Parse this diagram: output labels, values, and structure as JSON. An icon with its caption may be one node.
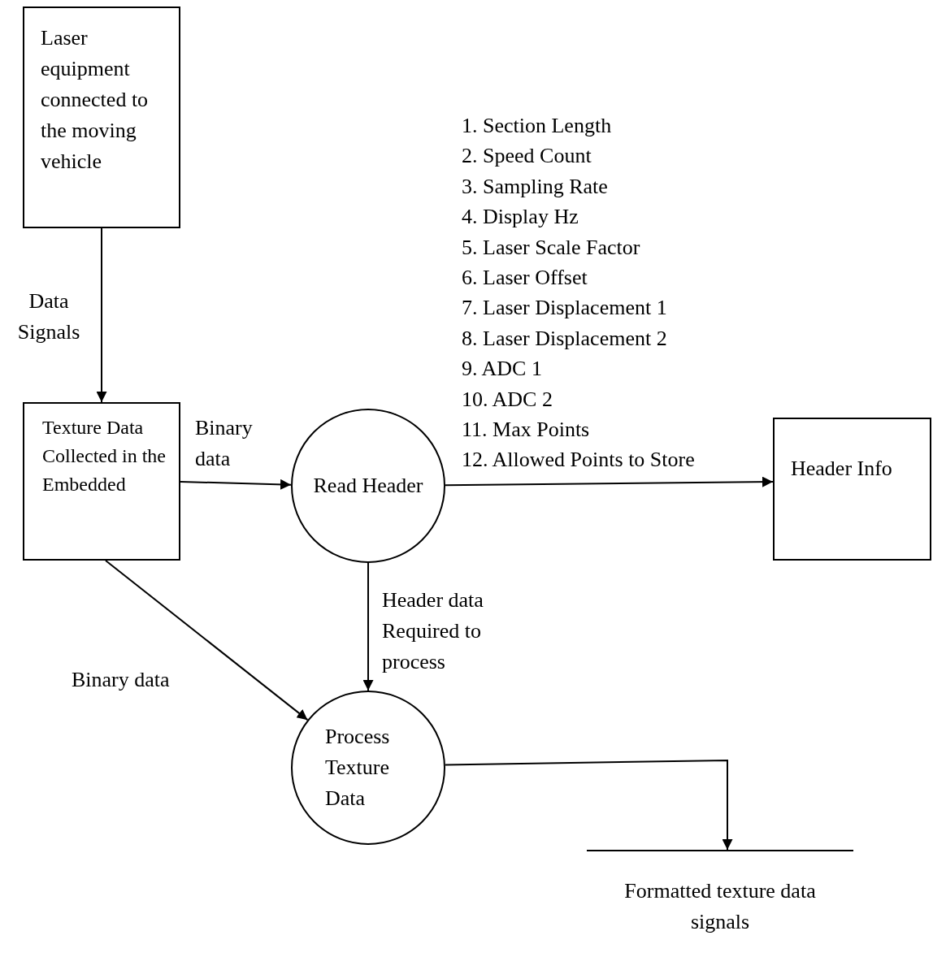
{
  "diagram": {
    "nodes": [
      {
        "text": [
          "Laser equipment connected to the moving vehicle"
        ]
      },
      {
        "text": [
          "Texture Data Collected in the Embedded"
        ]
      },
      {
        "text": [
          "Read Header"
        ]
      },
      {
        "text": [
          "Header Info"
        ]
      },
      {
        "text": [
          "Process Texture Data"
        ]
      },
      {
        "text": [
          "Formatted texture data signals"
        ]
      }
    ],
    "edges": [
      {
        "from": 0,
        "to": 1,
        "arrow": "to",
        "label": "Data Signals"
      },
      {
        "from": 1,
        "to": 2,
        "arrow": "to",
        "label": "Binary data"
      },
      {
        "from": 2,
        "to": 3,
        "arrow": "to"
      },
      {
        "from": 2,
        "to": 4,
        "arrow": "to",
        "label": "Header data Required to process"
      },
      {
        "from": 1,
        "to": 4,
        "arrow": "to",
        "label": "Binary data"
      },
      {
        "from": 4,
        "to": 5,
        "arrow": "to"
      }
    ],
    "labels": [
      "1. Section Length",
      "2. Speed Count",
      "3. Sampling Rate",
      "4. Display Hz",
      "5. Laser Scale Factor",
      "6. Laser Offset",
      "7. Laser Displacement 1",
      "8. Laser Displacement 2",
      "9. ADC 1",
      "10. ADC 2",
      "11. Max Points",
      "12. Allowed Points to Store"
    ]
  }
}
